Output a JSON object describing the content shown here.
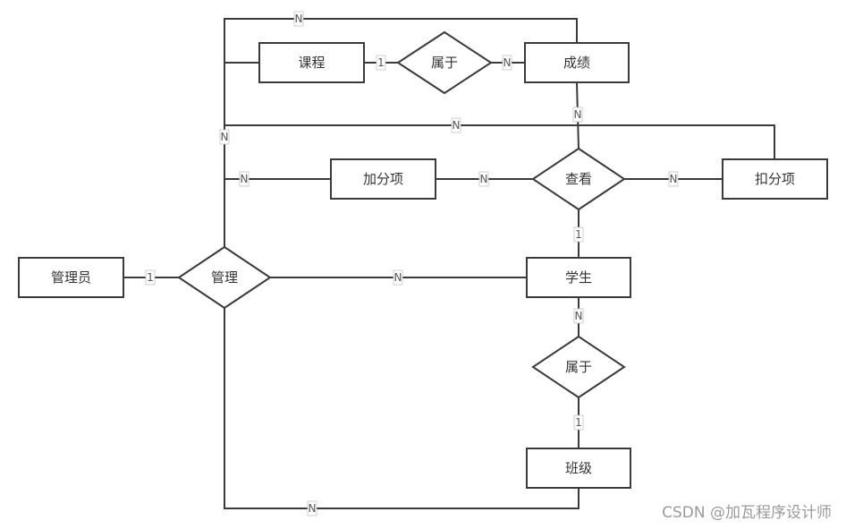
{
  "entities": {
    "course": "课程",
    "grade": "成绩",
    "bonus": "加分项",
    "deduction": "扣分项",
    "admin": "管理员",
    "student": "学生",
    "class": "班级"
  },
  "relationships": {
    "belongs_top": "属于",
    "view": "查看",
    "manage": "管理",
    "belongs_bottom": "属于"
  },
  "cardinalities": {
    "manage_grade_top": "N",
    "manage_vertical": "N",
    "course_belongs": "1",
    "belongs_grade": "N",
    "grade_view": "N",
    "manage_deduction": "N",
    "manage_bonus": "N",
    "bonus_view": "N",
    "view_deduction": "N",
    "view_student": "1",
    "admin_manage": "1",
    "manage_student": "N",
    "student_belongs": "N",
    "belongs_class": "1",
    "manage_class": "N"
  },
  "watermark": "CSDN @加瓦程序设计师"
}
